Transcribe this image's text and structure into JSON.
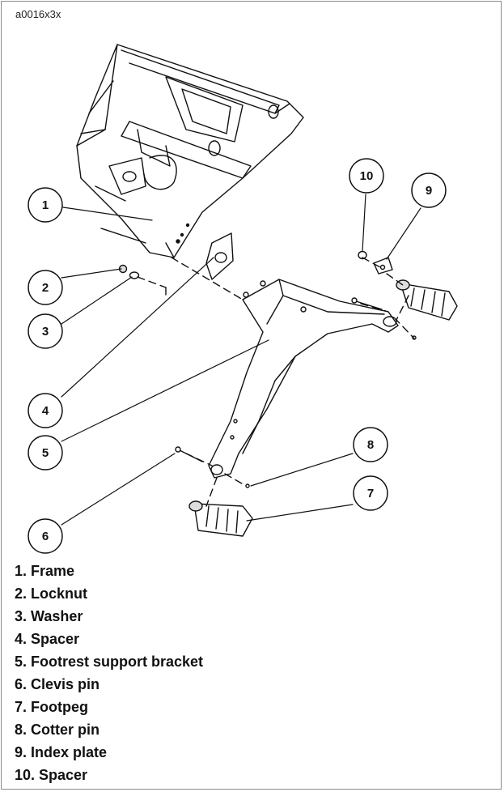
{
  "figure_id": "a0016x3x",
  "callouts": [
    {
      "number": "1"
    },
    {
      "number": "2"
    },
    {
      "number": "3"
    },
    {
      "number": "4"
    },
    {
      "number": "5"
    },
    {
      "number": "6"
    },
    {
      "number": "7"
    },
    {
      "number": "8"
    },
    {
      "number": "9"
    },
    {
      "number": "10"
    }
  ],
  "legend": [
    "1. Frame",
    "2. Locknut",
    "3. Washer",
    "4. Spacer",
    "5. Footrest support bracket",
    "6. Clevis pin",
    "7. Footpeg",
    "8. Cotter pin",
    "9. Index plate",
    "10. Spacer"
  ]
}
